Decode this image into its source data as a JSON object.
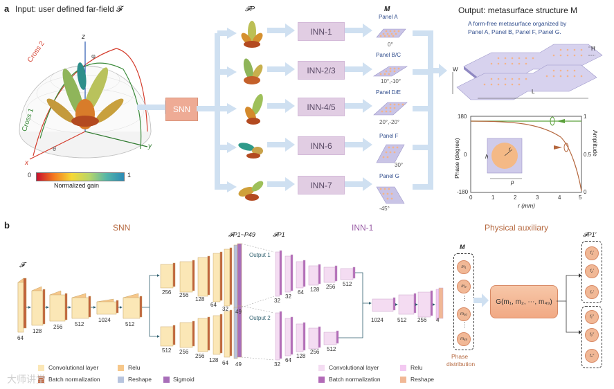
{
  "panel_a": {
    "letter": "a",
    "input_title": "Input: user defined far-field 𝓕",
    "axis_z": "z",
    "axis_x": "x",
    "axis_y": "y",
    "axis_phi": "φ",
    "axis_theta": "θ",
    "cross1": "Cross 1",
    "cross2": "Cross 2",
    "colorbar_min": "0",
    "colorbar_max": "1",
    "colorbar_label": "Normalized gain",
    "snn_label": "SNN",
    "fp_header": "𝓕P",
    "m_header": "M",
    "inn_boxes": [
      "INN-1",
      "INN-2/3",
      "INN-4/5",
      "INN-6",
      "INN-7"
    ],
    "panels": [
      "Panel A",
      "Panel B/C",
      "Panel D/E",
      "Panel F",
      "Panel G"
    ],
    "angles": [
      "0°",
      "10°,-10°",
      "20°,-20°",
      "30°",
      "-45°"
    ],
    "output_title": "Output: metasurface structure M",
    "output_desc_1": "A form-free metasurface organized by",
    "output_desc_2": "Panel A, Panel B, Panel F, Panel G.",
    "dim_H": "H",
    "dim_W": "W",
    "dim_L": "L",
    "plot": {
      "ylabel_left": "Phase (degree)",
      "ylabel_right": "Amplitude",
      "xlabel": "r (mm)",
      "yticks_left": [
        "180",
        "0",
        "-180"
      ],
      "yticks_right": [
        "1",
        "0.5",
        "0"
      ],
      "xticks": [
        "0",
        "1",
        "2",
        "3",
        "4",
        "5"
      ],
      "inset_r": "r",
      "inset_h": "h",
      "inset_p": "p"
    }
  },
  "panel_b": {
    "letter": "b",
    "snn_title": "SNN",
    "inn_title": "INN-1",
    "phys_title": "Physical auxiliary",
    "f_label": "𝓕",
    "fp_range": "𝓕P1~P49",
    "fp1": "𝓕P1",
    "fp1_prime": "𝓕P1′",
    "m_label": "M",
    "output1": "Output 1",
    "output2": "Output 2",
    "snn_nums": [
      "64",
      "128",
      "256",
      "512",
      "1024",
      "512"
    ],
    "branch1_nums": [
      "256",
      "256",
      "128",
      "64",
      "32",
      "49"
    ],
    "branch2_nums": [
      "512",
      "256",
      "256",
      "128",
      "64",
      "49"
    ],
    "inn_top_nums": [
      "32",
      "32",
      "64",
      "128",
      "256",
      "512"
    ],
    "inn_bot_nums": [
      "32",
      "64",
      "128",
      "256",
      "512"
    ],
    "inn_merge_nums": [
      "1024",
      "512",
      "256",
      "4"
    ],
    "m_items": [
      "m₁",
      "m₂",
      "m₃₀",
      "m₄₉"
    ],
    "phase_dist": [
      "Phase",
      "distribution"
    ],
    "g_func": "G(m₁, m₂, ⋯, m₄₉)",
    "f_prime_items_top": [
      "f₁′",
      "f₂′",
      "fₙ′"
    ],
    "f_prime_items_bot": [
      "f₁″",
      "f₂″",
      "fₙ″"
    ],
    "legend_snn": [
      "Convolutional layer",
      "Relu",
      "Batch normalization",
      "Reshape",
      "Sigmoid"
    ],
    "legend_inn": [
      "Convolutional layer",
      "Relu",
      "Batch normalization",
      "Reshape"
    ],
    "watermark": "大师讲堂"
  },
  "colors": {
    "snn_block": "#fbe7b6",
    "snn_relu": "#f6c78a",
    "snn_bn": "#c0613a",
    "inn_block": "#f4dcf2",
    "inn_relu": "#f3c9f1",
    "inn_bn": "#b26ab7",
    "reshape": "#b7c4de",
    "sigmoid": "#a86eb9",
    "arrow_blue": "#cfe0f1",
    "snn_title": "#b5683f",
    "inn_title": "#9a5ea6",
    "phys_title": "#b5683f",
    "output_text": "#2f4c8c"
  }
}
